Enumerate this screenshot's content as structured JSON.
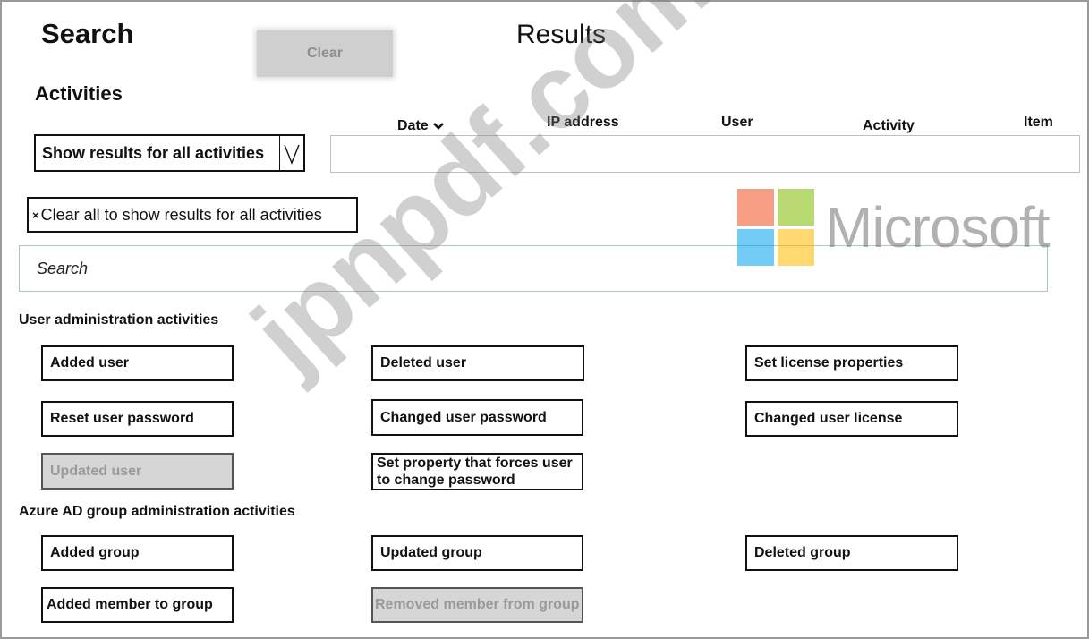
{
  "header": {
    "search_title": "Search",
    "clear_label": "Clear",
    "results_title": "Results"
  },
  "activities": {
    "heading": "Activities",
    "select_value": "Show results for all activities",
    "clear_all_label": "Clear all to show results for all activities",
    "clear_all_icon": "×",
    "search_placeholder": "Search"
  },
  "results": {
    "columns": [
      "Date",
      "IP address",
      "User",
      "Activity",
      "Item"
    ]
  },
  "sections": {
    "user_admin": {
      "title": "User administration activities",
      "items": [
        {
          "label": "Added user",
          "disabled": false
        },
        {
          "label": "Deleted user",
          "disabled": false
        },
        {
          "label": "Set license properties",
          "disabled": false
        },
        {
          "label": "Reset user password",
          "disabled": false
        },
        {
          "label": "Changed user password",
          "disabled": false
        },
        {
          "label": "Changed user license",
          "disabled": false
        },
        {
          "label": "Updated user",
          "disabled": true
        },
        {
          "label": "Set property that forces user to change password",
          "disabled": false
        }
      ]
    },
    "group_admin": {
      "title": "Azure AD group administration activities",
      "items": [
        {
          "label": "Added group",
          "disabled": false
        },
        {
          "label": "Updated group",
          "disabled": false
        },
        {
          "label": "Deleted group",
          "disabled": false
        },
        {
          "label": "Added member to group",
          "disabled": false
        },
        {
          "label": "Removed member from group",
          "disabled": true
        }
      ]
    }
  },
  "logo": {
    "name": "Microsoft",
    "colors": [
      "#f25022",
      "#7fba00",
      "#00a4ef",
      "#ffb900"
    ]
  },
  "watermark": "jpnpdf.com",
  "colors": {
    "disabled_bg": "#d6d6d6",
    "disabled_text": "#9a9a9a",
    "search_border": "#a9c7c3"
  }
}
